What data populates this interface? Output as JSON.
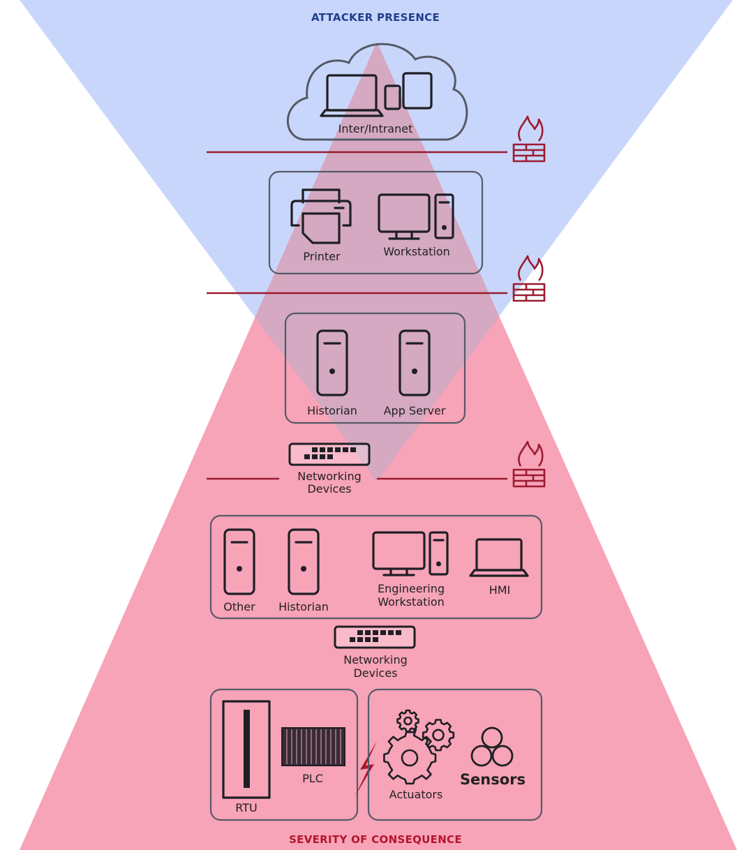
{
  "header": {
    "top": "ATTACKER PRESENCE",
    "bottom": "SEVERITY OF CONSEQUENCE"
  },
  "colors": {
    "attacker": "#c9d6fb",
    "severity": "#f7a3b8",
    "overlap": "#d4a9c1",
    "firewall_line": "#9b1b30",
    "top_text": "#1f3f8c",
    "bottom_text": "#b3152c"
  },
  "icons": [
    "cloud-icon",
    "laptop-icon",
    "phone-icon",
    "tablet-icon",
    "firewall-icon",
    "printer-icon",
    "monitor-icon",
    "tower-icon",
    "server-icon",
    "switch-icon",
    "rtu-icon",
    "plc-icon",
    "lightning-icon",
    "gears-icon",
    "sensors-icon"
  ],
  "labels": {
    "internet": "Inter/Intranet",
    "printer": "Printer",
    "workstation": "Workstation",
    "historian": "Historian",
    "app_server": "App Server",
    "networking_1_line1": "Networking",
    "networking_1_line2": "Devices",
    "other": "Other",
    "historian_2": "Historian",
    "eng_ws_line1": "Engineering",
    "eng_ws_line2": "Workstation",
    "hmi": "HMI",
    "networking_2_line1": "Networking",
    "networking_2_line2": "Devices",
    "rtu": "RTU",
    "plc": "PLC",
    "actuators": "Actuators",
    "sensors": "Sensors"
  }
}
